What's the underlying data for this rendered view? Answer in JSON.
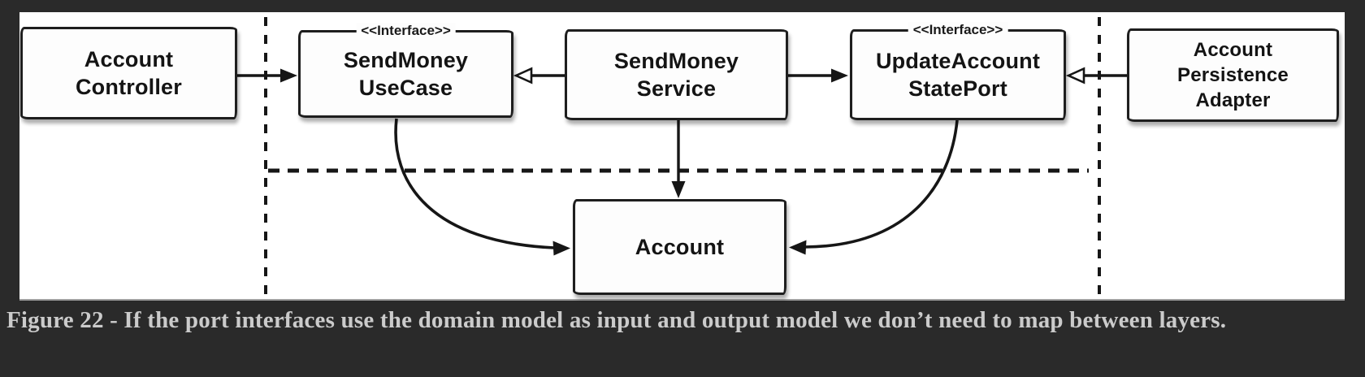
{
  "figure": {
    "boxes": {
      "controller": {
        "line1": "Account",
        "line2": "Controller"
      },
      "usecase": {
        "stereotype": "<<Interface>>",
        "line1": "SendMoney",
        "line2": "UseCase"
      },
      "service": {
        "line1": "SendMoney",
        "line2": "Service"
      },
      "stateport": {
        "stereotype": "<<Interface>>",
        "line1": "UpdateAccount",
        "line2": "StatePort"
      },
      "adapter": {
        "line1": "Account",
        "line2": "Persistence",
        "line3": "Adapter"
      },
      "account": {
        "line1": "Account"
      }
    }
  },
  "caption": {
    "text": "Figure 22 - If the port interfaces use the domain model as input and output model we don’t need to map between layers."
  },
  "colors": {
    "page_background": "#2a2a2a",
    "panel_background": "#ffffff",
    "diagram_line": "#161616",
    "caption_text": "#cbcbcb"
  }
}
